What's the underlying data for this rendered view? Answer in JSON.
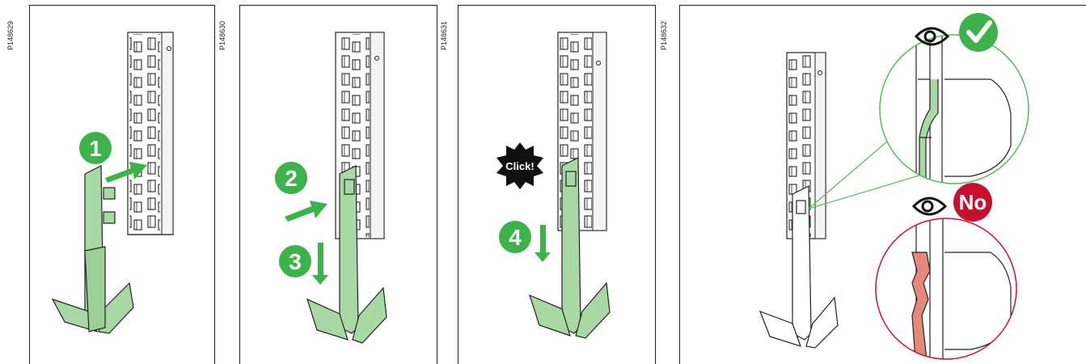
{
  "panels": [
    {
      "code": "P148629",
      "step": "1"
    },
    {
      "code": "P148630",
      "steps": [
        "2",
        "3"
      ]
    },
    {
      "code": "P148631",
      "step": "4",
      "burst_label": "Click!"
    },
    {
      "code": "P148632",
      "bad_label": "No"
    }
  ],
  "colors": {
    "step_green": "#3cb34a",
    "part_fill": "#a8d8a4",
    "ok_circle": "#5cb85c",
    "bad_circle": "#c8102e",
    "bad_fill": "#e58a7a"
  },
  "icons": [
    "eye-icon",
    "check-icon",
    "cross-label",
    "arrow-icon"
  ]
}
